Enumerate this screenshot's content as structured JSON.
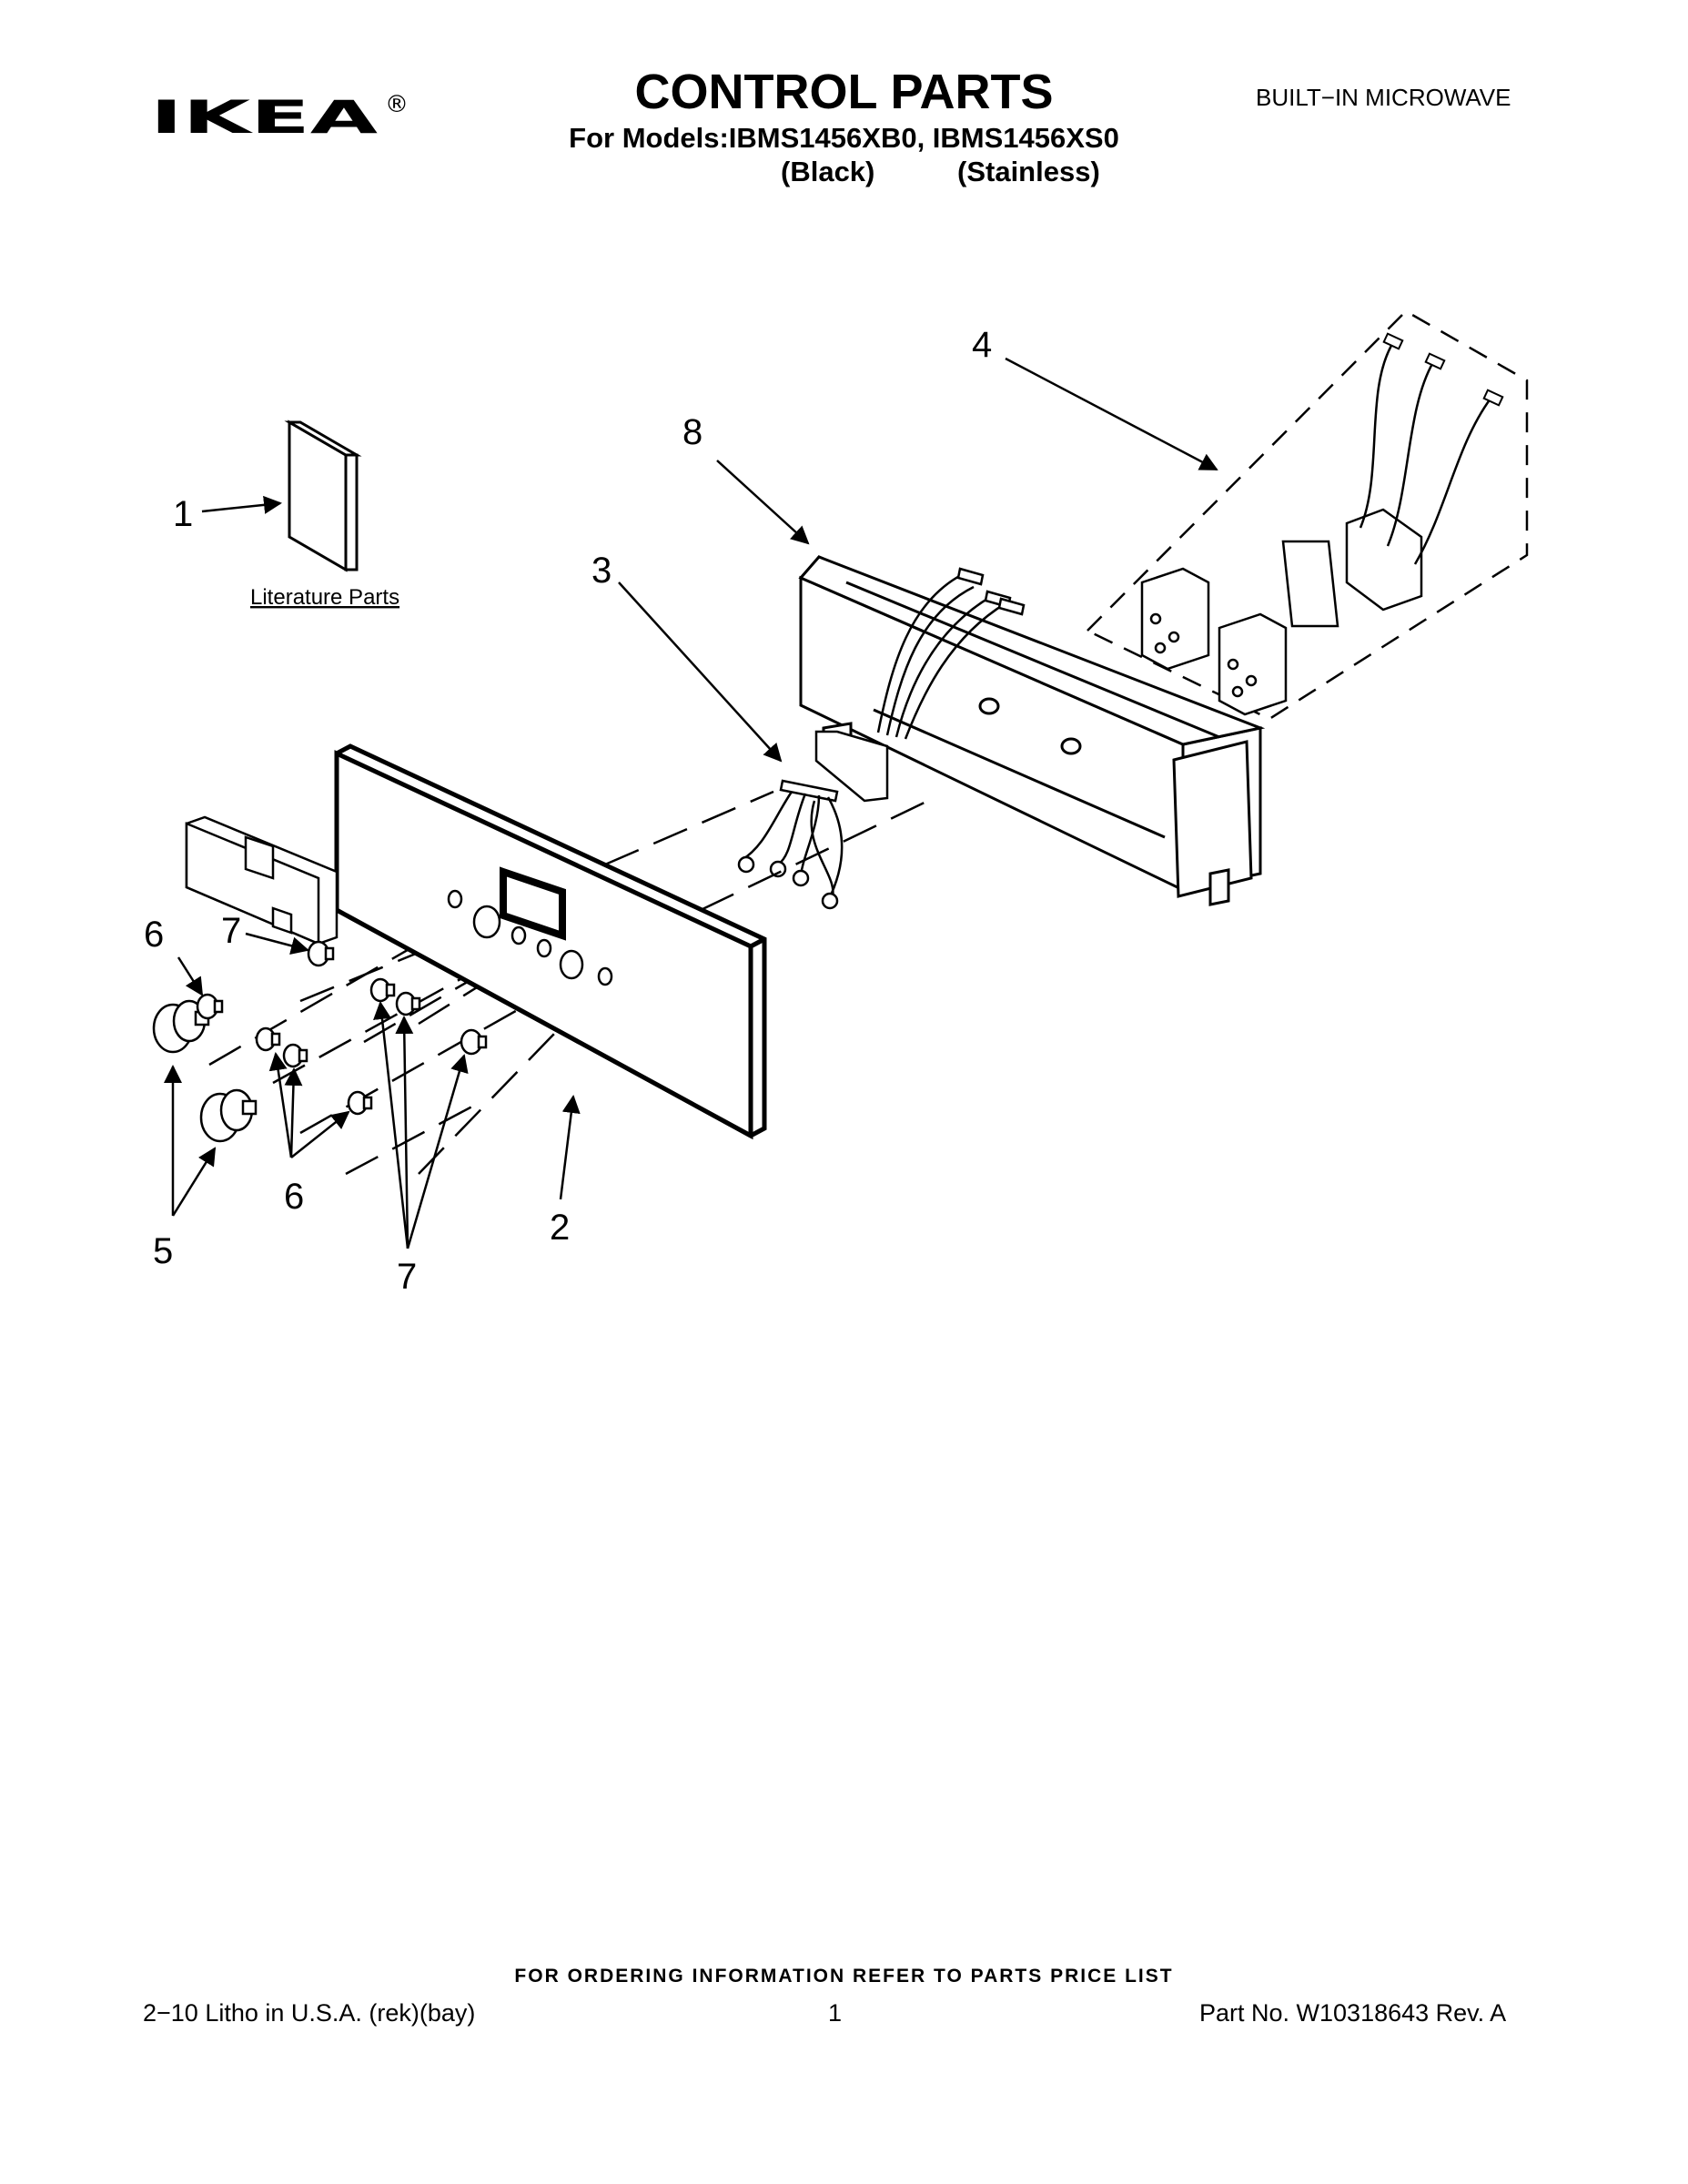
{
  "header": {
    "logo_text": "IKEA",
    "logo_mark": "®",
    "title": "CONTROL PARTS",
    "models_line": "For Models:IBMS1456XB0, IBMS1456XS0",
    "finish_black": "(Black)",
    "finish_stainless": "(Stainless)",
    "product_type": "BUILT−IN MICROWAVE"
  },
  "diagram": {
    "callouts": {
      "c1": "1",
      "c2": "2",
      "c3": "3",
      "c4": "4",
      "c5": "5",
      "c6a": "6",
      "c6b": "6",
      "c7a": "7",
      "c7b": "7",
      "c8": "8"
    },
    "literature_label": "Literature Parts"
  },
  "footer": {
    "ordering_note": "FOR ORDERING INFORMATION REFER TO PARTS PRICE LIST",
    "litho": "2−10 Litho in U.S.A. (rek)(bay)",
    "page_number": "1",
    "part_number": "Part No. W10318643 Rev. A"
  }
}
